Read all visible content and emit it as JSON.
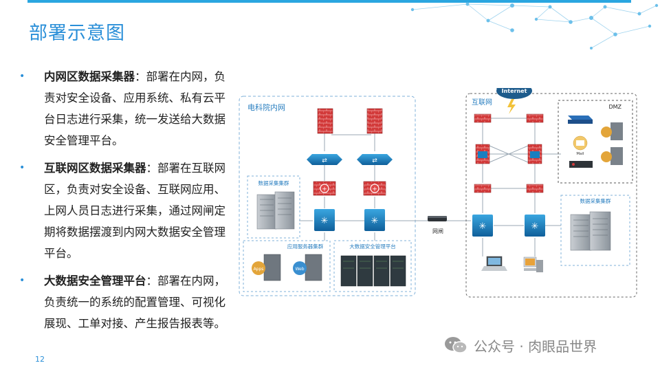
{
  "slide": {
    "title": "部署示意图",
    "page_number": "12"
  },
  "bullets": [
    {
      "heading": "内网区数据采集器",
      "text": "：部署在内网，负责对安全设备、应用系统、私有云平台日志进行采集，统一发送给大数据安全管理平台。"
    },
    {
      "heading": "互联网区数据采集器",
      "text": "：部署在互联网区，负责对安全设备、互联网应用、上网人员日志进行采集，通过网闸定期将数据摆渡到内网大数据安全管理平台。"
    },
    {
      "heading": "大数据安全管理平台",
      "text": "：部署在内网，负责统一的系统的配置管理、可视化展现、工单对接、产生报告报表等。"
    }
  ],
  "diagram": {
    "intranet_label": "电科院内网",
    "collector_cluster_label": "数据采集集群",
    "app_cluster_label": "应用服务器集群",
    "bigdata_platform_label": "大数据安全管理平台",
    "gateway_label": "网闸",
    "internet_zone_label": "互联网",
    "internet_cloud_label": "Internet",
    "dmz_label": "DMZ",
    "internet_collector_label": "数据采集集群",
    "mail_label": "Mail",
    "app_server_label": "Apps",
    "web_server_label": "Web"
  },
  "watermark": {
    "text": "公众号 · 肉眼品世界"
  },
  "colors": {
    "accent": "#2a8fd8",
    "firewall": "#d23a3a",
    "switch": "#1a7fbf",
    "dashed_border": "#7fb0d8"
  }
}
